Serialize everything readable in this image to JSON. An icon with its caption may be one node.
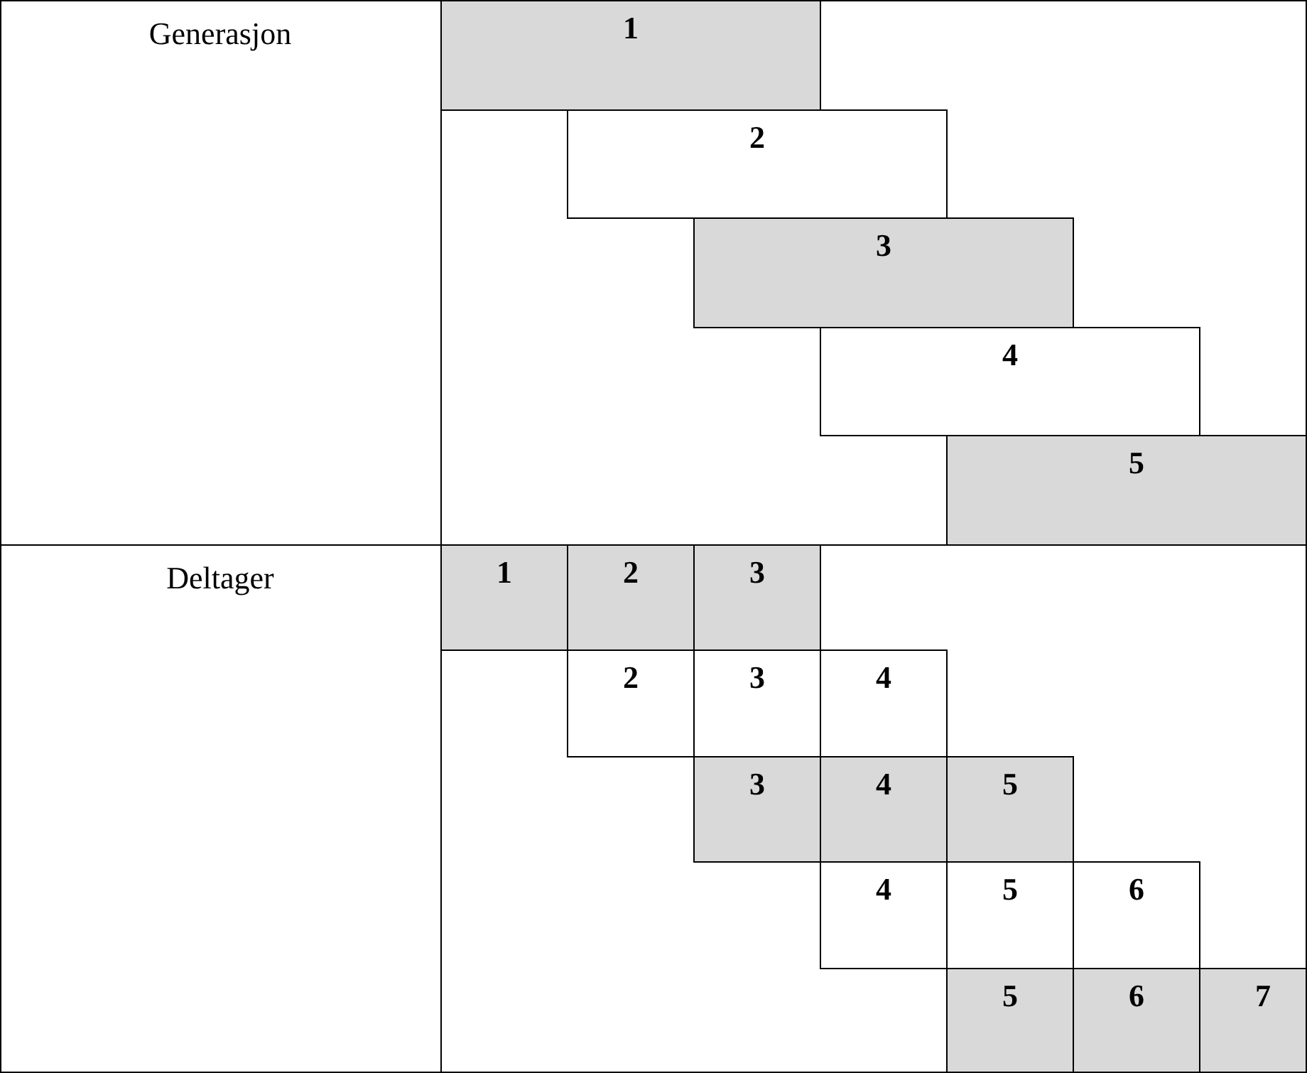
{
  "diagram": {
    "nodes": [
      {
        "text": [
          "Generasjon"
        ]
      },
      {
        "text": [
          "1"
        ]
      },
      {
        "text": [
          "2"
        ]
      },
      {
        "text": [
          "3"
        ]
      },
      {
        "text": [
          "4"
        ]
      },
      {
        "text": [
          "5"
        ]
      },
      {
        "text": [
          "Deltager"
        ]
      },
      {
        "text": [
          "1"
        ]
      },
      {
        "text": [
          "2"
        ]
      },
      {
        "text": [
          "3"
        ]
      },
      {
        "text": [
          "2"
        ]
      },
      {
        "text": [
          "3"
        ]
      },
      {
        "text": [
          "4"
        ]
      },
      {
        "text": [
          "3"
        ]
      },
      {
        "text": [
          "4"
        ]
      },
      {
        "text": [
          "5"
        ]
      },
      {
        "text": [
          "4"
        ]
      },
      {
        "text": [
          "5"
        ]
      },
      {
        "text": [
          "6"
        ]
      },
      {
        "text": [
          "5"
        ]
      },
      {
        "text": [
          "6"
        ]
      },
      {
        "text": [
          "7"
        ]
      }
    ]
  }
}
